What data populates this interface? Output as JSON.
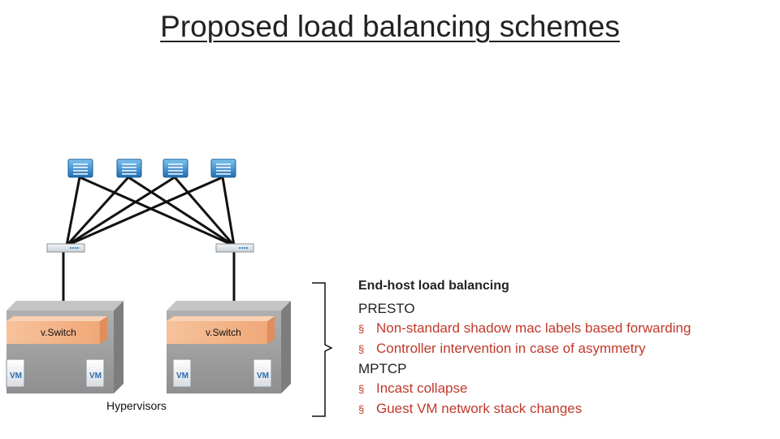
{
  "title": "Proposed load balancing schemes",
  "diagram": {
    "vswitch_labels": [
      "v.Switch",
      "v.Switch"
    ],
    "vm_labels": [
      "VM",
      "VM",
      "VM",
      "VM"
    ],
    "hypervisors_label": "Hypervisors"
  },
  "panel": {
    "heading": "End-host load balancing",
    "groups": [
      {
        "name": "PRESTO",
        "items": [
          "Non-standard shadow mac labels based forwarding",
          "Controller intervention in case of asymmetry"
        ]
      },
      {
        "name": "MPTCP",
        "items": [
          "Incast collapse",
          "Guest VM network stack changes"
        ]
      }
    ]
  },
  "colors": {
    "bullet_text": "#c0392b",
    "vswitch_fill": "#f4b183",
    "switch_blue": "#3a8fd0",
    "host_gray": "#9e9e9e"
  }
}
